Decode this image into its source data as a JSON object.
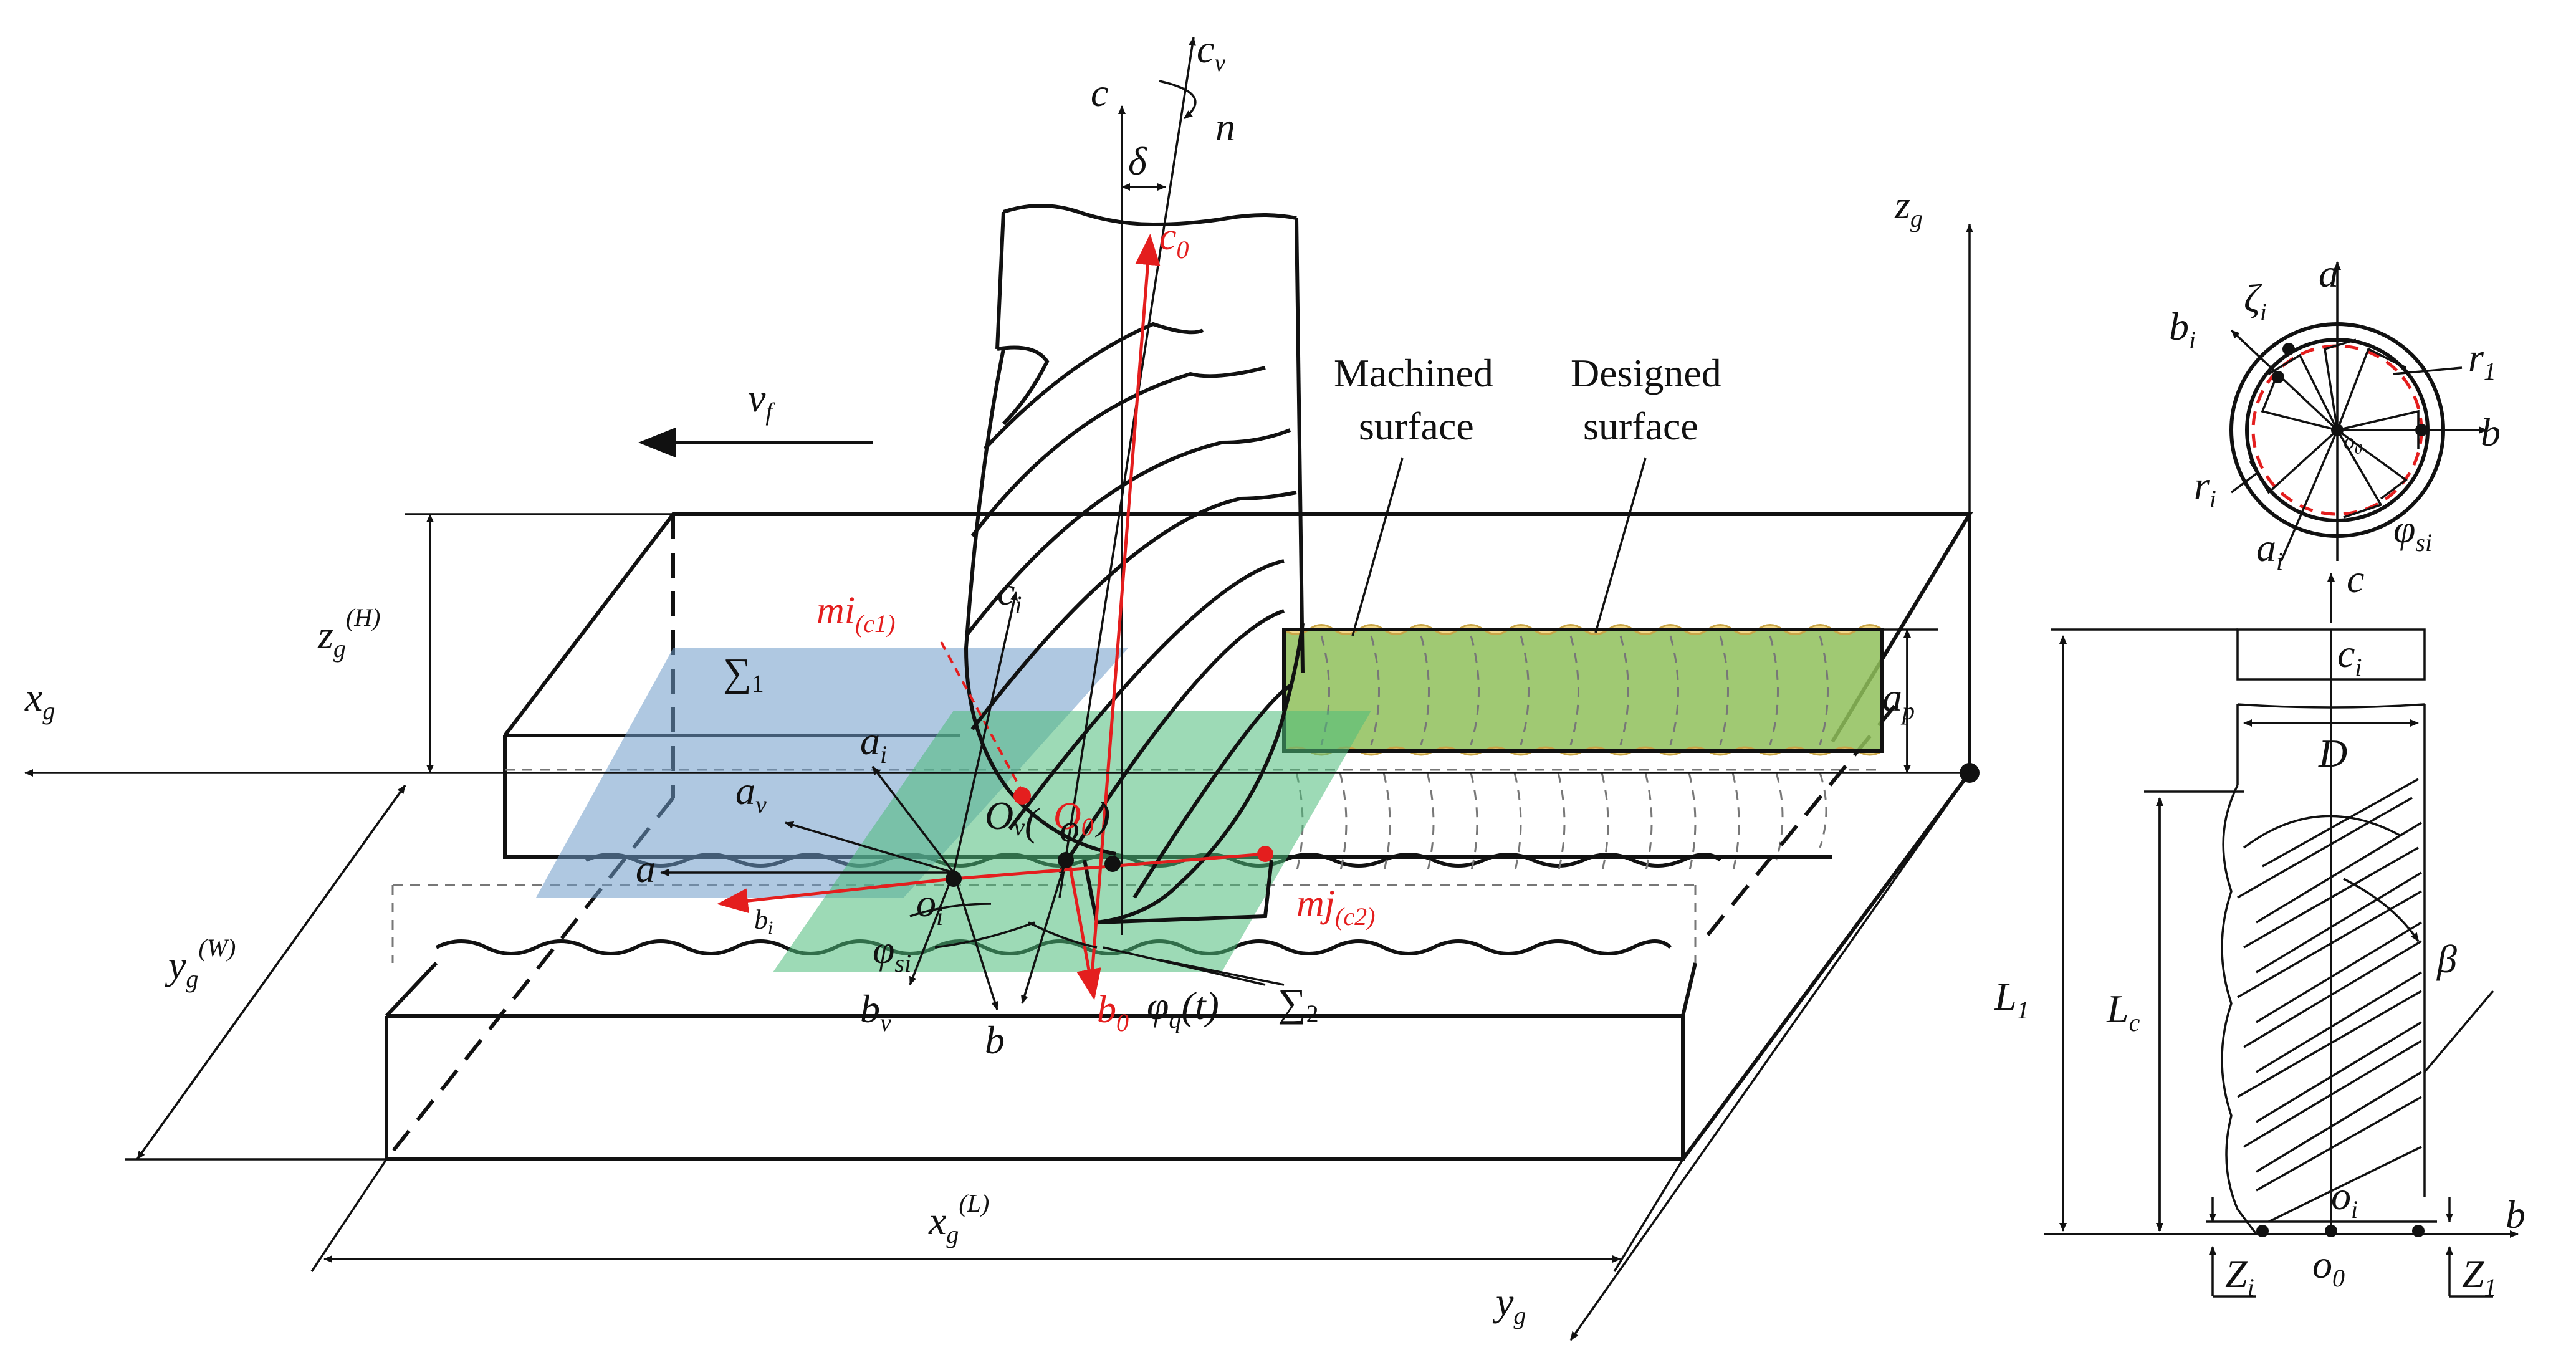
{
  "labels": {
    "c": "c",
    "cv": "c",
    "cv_sub": "v",
    "n": "n",
    "delta": "δ",
    "c0": "c",
    "c0_sub": "0",
    "zg": "z",
    "zg_sub": "g",
    "vf": "v",
    "vf_sub": "f",
    "machined_1": "Machined",
    "machined_2": "surface",
    "designed_1": "Designed",
    "designed_2": "surface",
    "zgH": "z",
    "zgH_sub": "g",
    "zgH_sup": "(H)",
    "xg": "x",
    "xg_sub": "g",
    "mi": "mi",
    "mi_sub": "(c1)",
    "ci": "c",
    "ci_sub": "i",
    "sigma1": "∑",
    "sigma1_sub": "1",
    "ap": "a",
    "ap_sub": "p",
    "ai": "a",
    "ai_sub": "i",
    "av": "a",
    "av_sub": "v",
    "ov": "O",
    "ov_sub": "v",
    "o0r": "O",
    "o0r_sub": "0",
    "o": "o",
    "a": "a",
    "mj": "mj",
    "mj_sub": "(c2)",
    "bi": "b",
    "bi_sub": "i",
    "oi": "o",
    "oi_sub": "i",
    "phisi": "φ",
    "phisi_sub": "si",
    "ygW": "y",
    "ygW_sub": "g",
    "ygW_sup": "(W)",
    "bv": "b",
    "bv_sub": "v",
    "b": "b",
    "b0": "b",
    "b0_sub": "0",
    "phiq": "φ",
    "phiq_sub": "q",
    "phiq_t": "(t)",
    "sigma2": "∑",
    "sigma2_sub": "2",
    "xgL": "x",
    "xgL_sub": "g",
    "xgL_sup": "(L)",
    "yg": "y",
    "yg_sub": "g"
  },
  "cross_section": {
    "a": "a",
    "zeta": "ζ",
    "zeta_sub": "i",
    "bi": "b",
    "bi_sub": "i",
    "r1": "r",
    "r1_sub": "1",
    "o0": "o",
    "o0_sub": "0",
    "b": "b",
    "ri": "r",
    "ri_sub": "i",
    "ai": "a",
    "ai_sub": "i",
    "phisi": "φ",
    "phisi_sub": "si"
  },
  "side_view": {
    "c": "c",
    "ci": "c",
    "ci_sub": "i",
    "D": "D",
    "L1": "L",
    "L1_sub": "1",
    "Lc": "L",
    "Lc_sub": "c",
    "beta": "β",
    "oi": "o",
    "oi_sub": "i",
    "b": "b",
    "Zi": "Z",
    "Zi_sub": "i",
    "o0": "o",
    "o0_sub": "0",
    "Z1": "Z",
    "Z1_sub": "1"
  },
  "colors": {
    "plane_sigma1": "#6d9bc8",
    "plane_sigma2": "#4dbb7a",
    "machined_band": "#8fbf5a",
    "accent_red": "#e41e1e",
    "ink": "#111111"
  }
}
